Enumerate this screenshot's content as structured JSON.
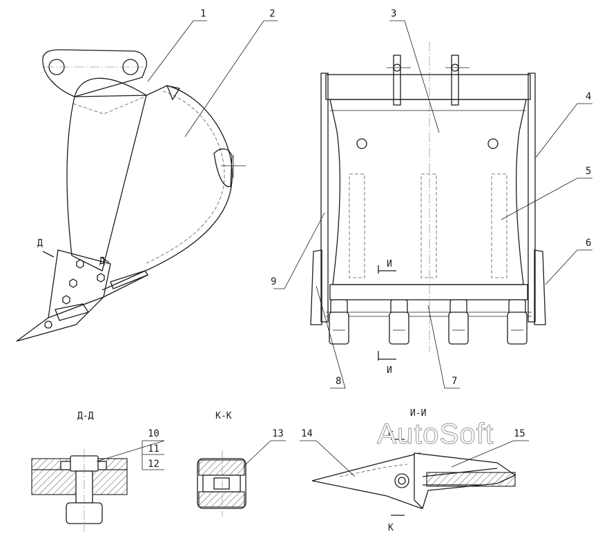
{
  "callouts": [
    "1",
    "2",
    "3",
    "4",
    "5",
    "6",
    "7",
    "8",
    "9",
    "10",
    "11",
    "12",
    "13",
    "14",
    "15"
  ],
  "section_marks": {
    "d": "Д",
    "i": "И",
    "k": "К"
  },
  "section_titles": {
    "dd": "Д-Д",
    "kk": "К-К",
    "ii": "И-И"
  },
  "watermark": "AutoSoft"
}
